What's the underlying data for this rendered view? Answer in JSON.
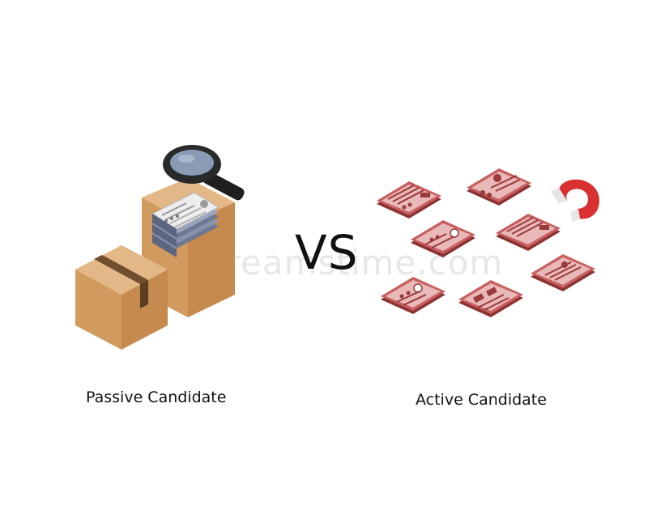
{
  "vs_label": "VS",
  "left": {
    "caption": "Passive Candidate"
  },
  "right": {
    "caption": "Active Candidate"
  },
  "watermark": "dreamstime.com",
  "colors": {
    "box_light": "#e4b886",
    "box_mid": "#d19a5f",
    "box_dark": "#b97f48",
    "tape": "#6f4e2e",
    "resume_red": "#c85f60",
    "resume_dark": "#8c3232",
    "magnifier_ring": "#2a2a2a",
    "magnifier_lens": "#8a9bb5"
  },
  "icons": [
    "magnifying-glass-icon",
    "cardboard-box-icon",
    "resume-stack-icon",
    "magnet-icon",
    "resume-card-icon"
  ]
}
